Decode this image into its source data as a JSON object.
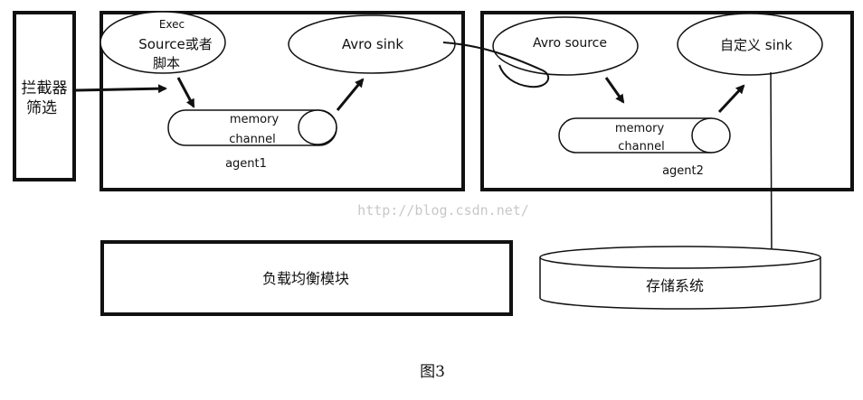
{
  "interceptor_label_line1": "拦截器",
  "interceptor_label_line2": "筛选",
  "agent1": {
    "exec_source_line1": "Exec",
    "exec_source_line2": "Source或者",
    "exec_source_line3": "脚本",
    "avro_sink": "Avro sink",
    "memory_channel_line1": "memory",
    "memory_channel_line2": "channel",
    "name": "agent1"
  },
  "agent2": {
    "avro_source": "Avro source",
    "custom_sink": "自定义 sink",
    "memory_channel_line1": "memory",
    "memory_channel_line2": "channel",
    "name": "agent2"
  },
  "load_balancing_module": "负载均衡模块",
  "storage_system": "存储系统",
  "watermark": "http://blog.csdn.net/",
  "figure_caption": "图3"
}
